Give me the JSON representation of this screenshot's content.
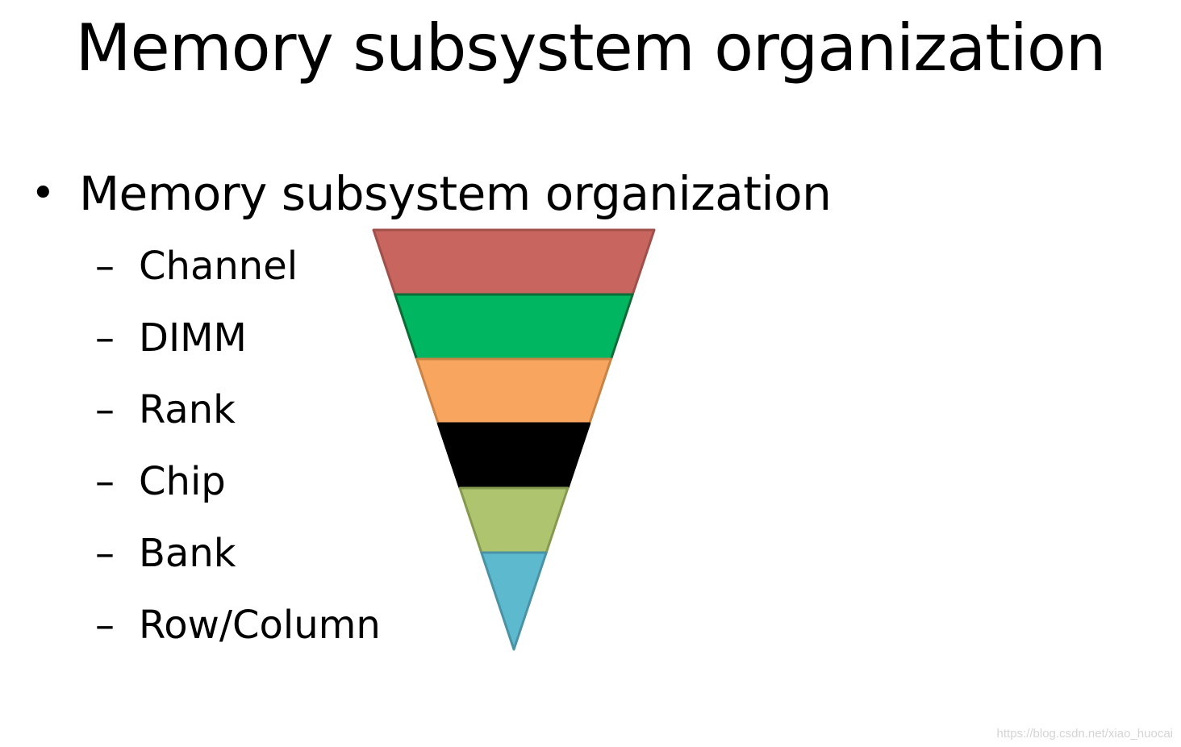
{
  "slide": {
    "title": "Memory subsystem organization",
    "bullet": {
      "marker": "•",
      "text": "Memory subsystem organization"
    },
    "sub_items": [
      {
        "dash": "–",
        "label": "Channel"
      },
      {
        "dash": "–",
        "label": "DIMM"
      },
      {
        "dash": "–",
        "label": "Rank"
      },
      {
        "dash": "–",
        "label": "Chip"
      },
      {
        "dash": "–",
        "label": "Bank"
      },
      {
        "dash": "–",
        "label": "Row/Column"
      }
    ]
  },
  "pyramid": {
    "layers": [
      {
        "name": "Channel",
        "fill": "#C9655F",
        "stroke": "#A0504B"
      },
      {
        "name": "DIMM",
        "fill": "#00B661",
        "stroke": "#0D6B35"
      },
      {
        "name": "Rank",
        "fill": "#F7A55F",
        "stroke": "#C98345"
      },
      {
        "name": "Chip",
        "fill": "#000000",
        "stroke": "#000000"
      },
      {
        "name": "Bank",
        "fill": "#AEC46F",
        "stroke": "#869A4F"
      },
      {
        "name": "Row/Column",
        "fill": "#5DBACE",
        "stroke": "#4A93A6"
      }
    ]
  },
  "watermark": "https://blog.csdn.net/xiao_huocai"
}
